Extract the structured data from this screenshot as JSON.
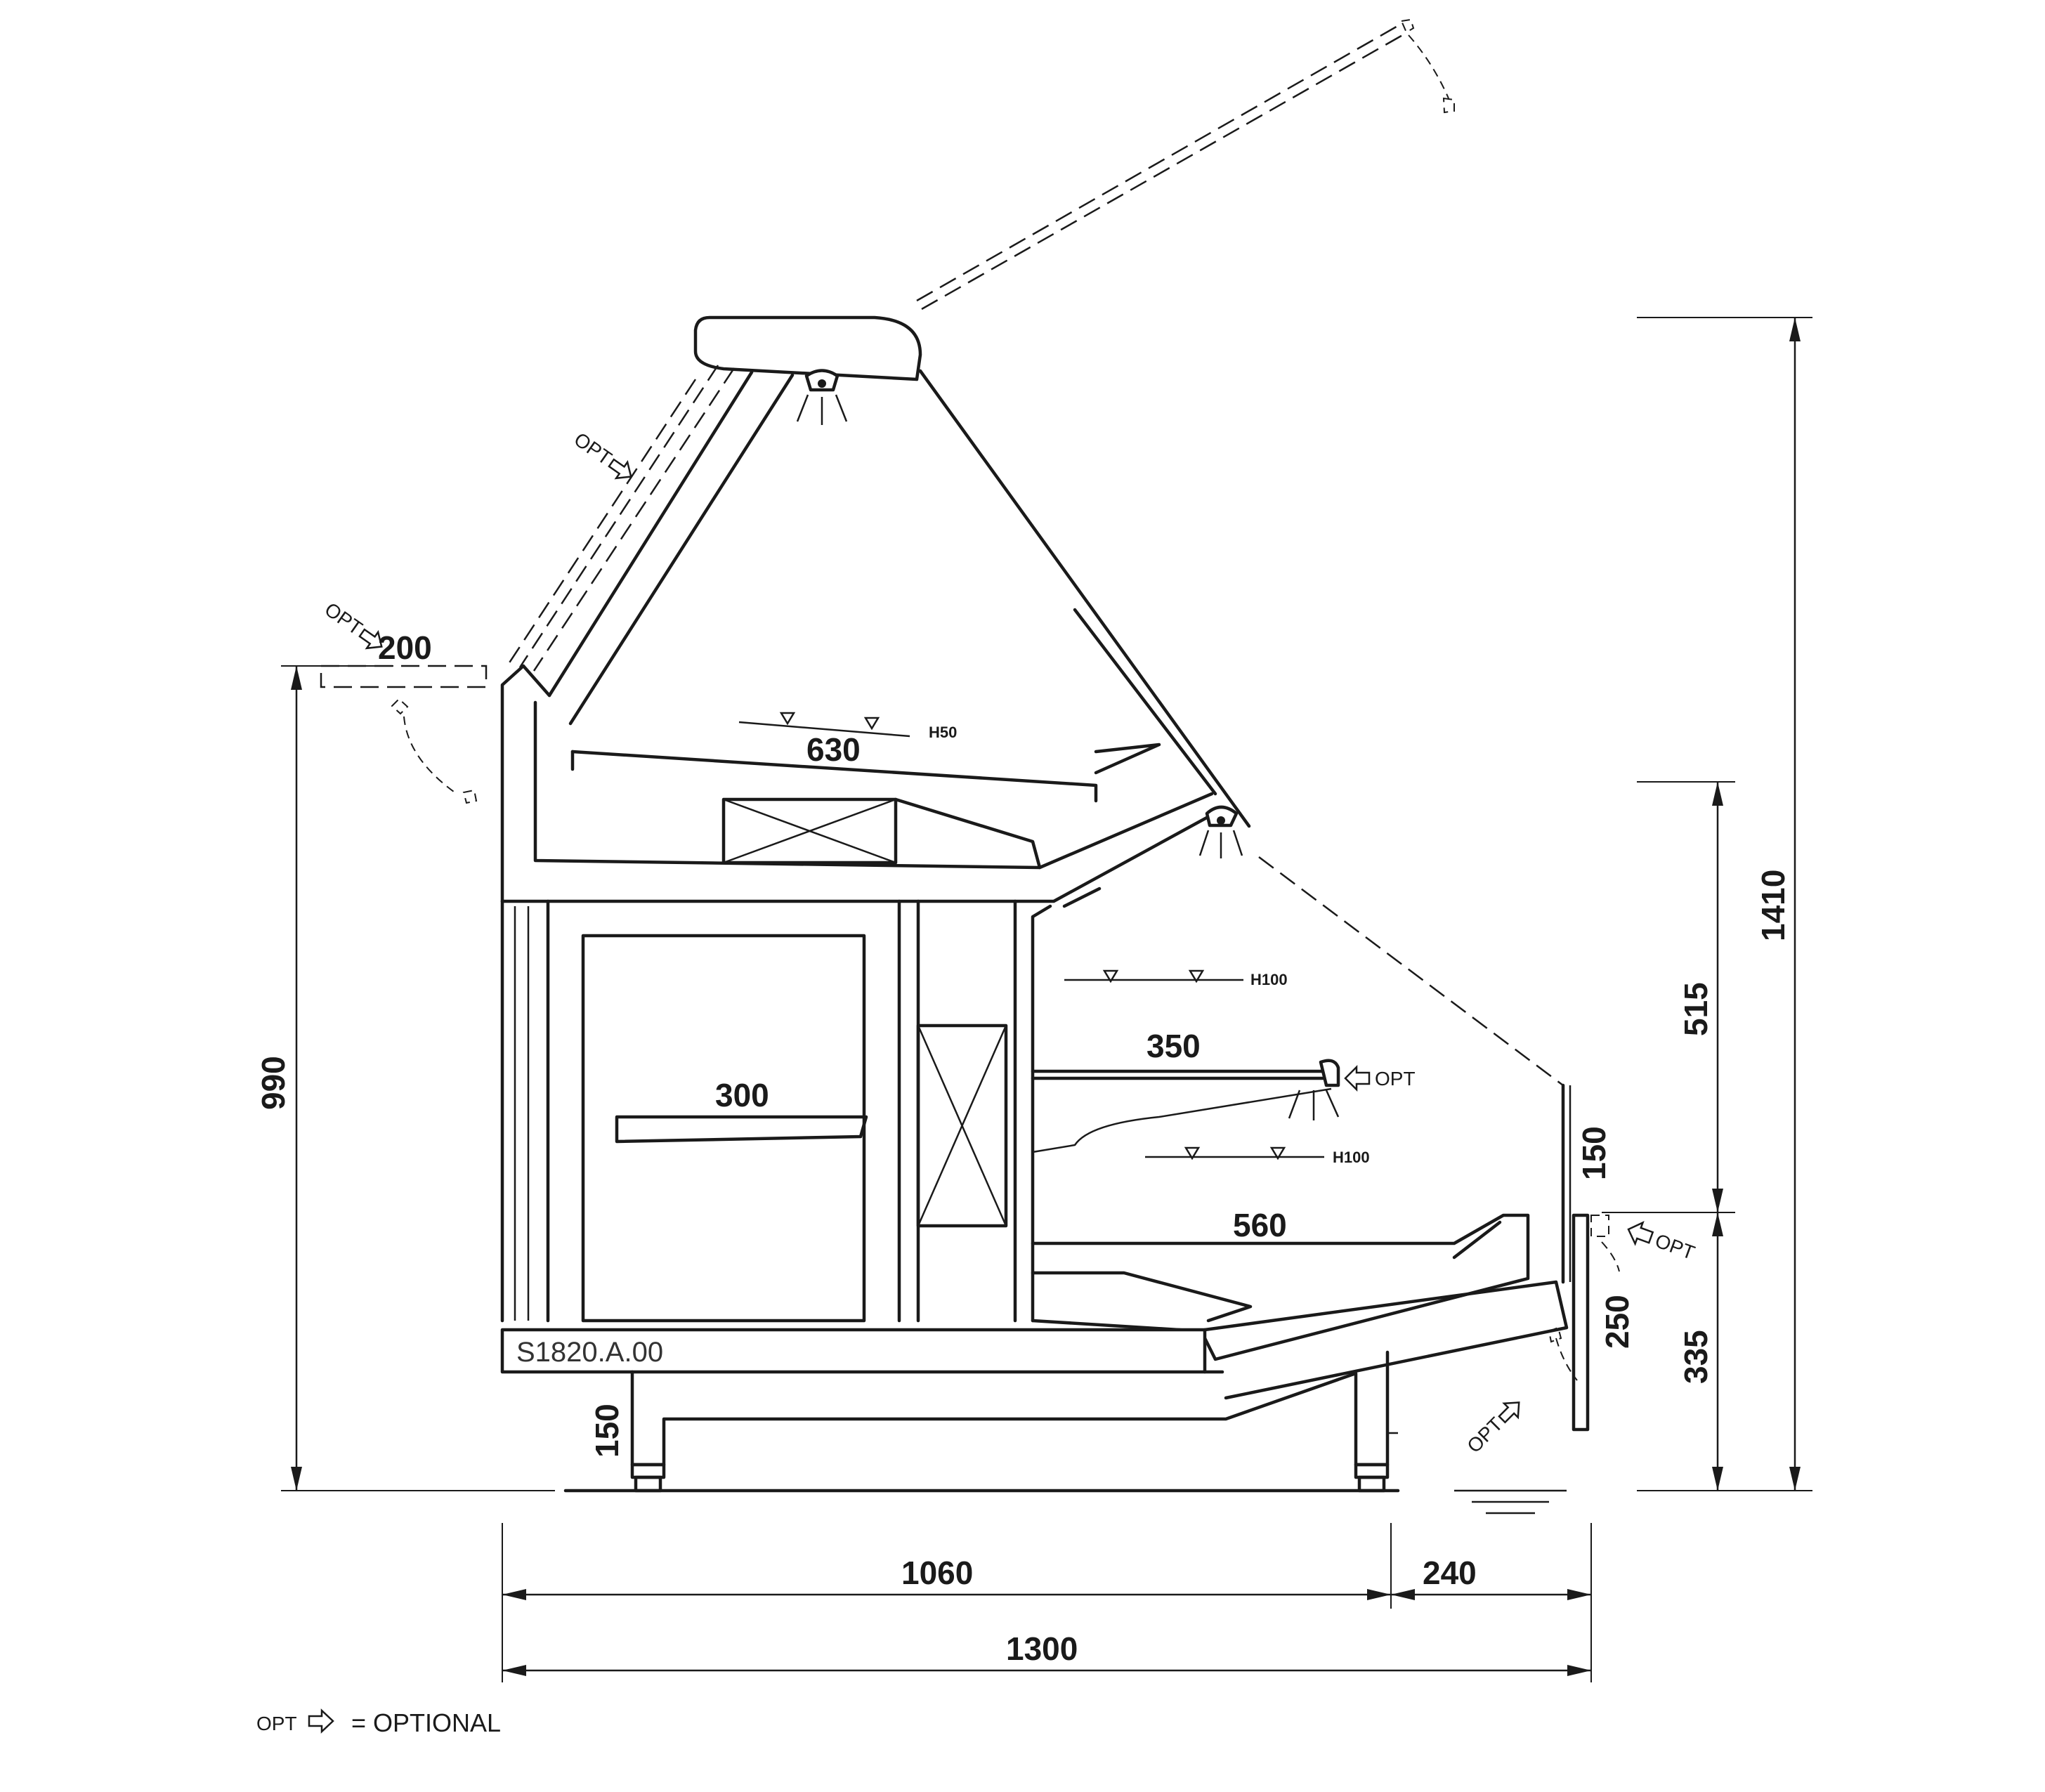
{
  "drawing": {
    "model_code": "S1820.A.00",
    "legend": {
      "opt_label": "OPT",
      "optional_text": "= OPTIONAL"
    },
    "labels": {
      "opt": "OPT",
      "top_shelf_depth": "630",
      "upper_shelf_depth": "350",
      "storage_shelf_depth": "300",
      "deck_depth": "560",
      "rear_extension": "200",
      "h50": "H50",
      "h100_upper": "H100",
      "h100_lower": "H100"
    },
    "dimensions": {
      "base_depth": "1060",
      "front_overhang": "240",
      "total_depth": "1300",
      "rear_height": "990",
      "total_height": "1410",
      "upper_front_height": "515",
      "lower_front_height": "335",
      "front_glass_height": "150",
      "kickplate_height": "250",
      "feet_height": "150"
    },
    "icons": [
      "opt-arrow-icon",
      "lamp-icon",
      "level-marker-icon"
    ]
  }
}
